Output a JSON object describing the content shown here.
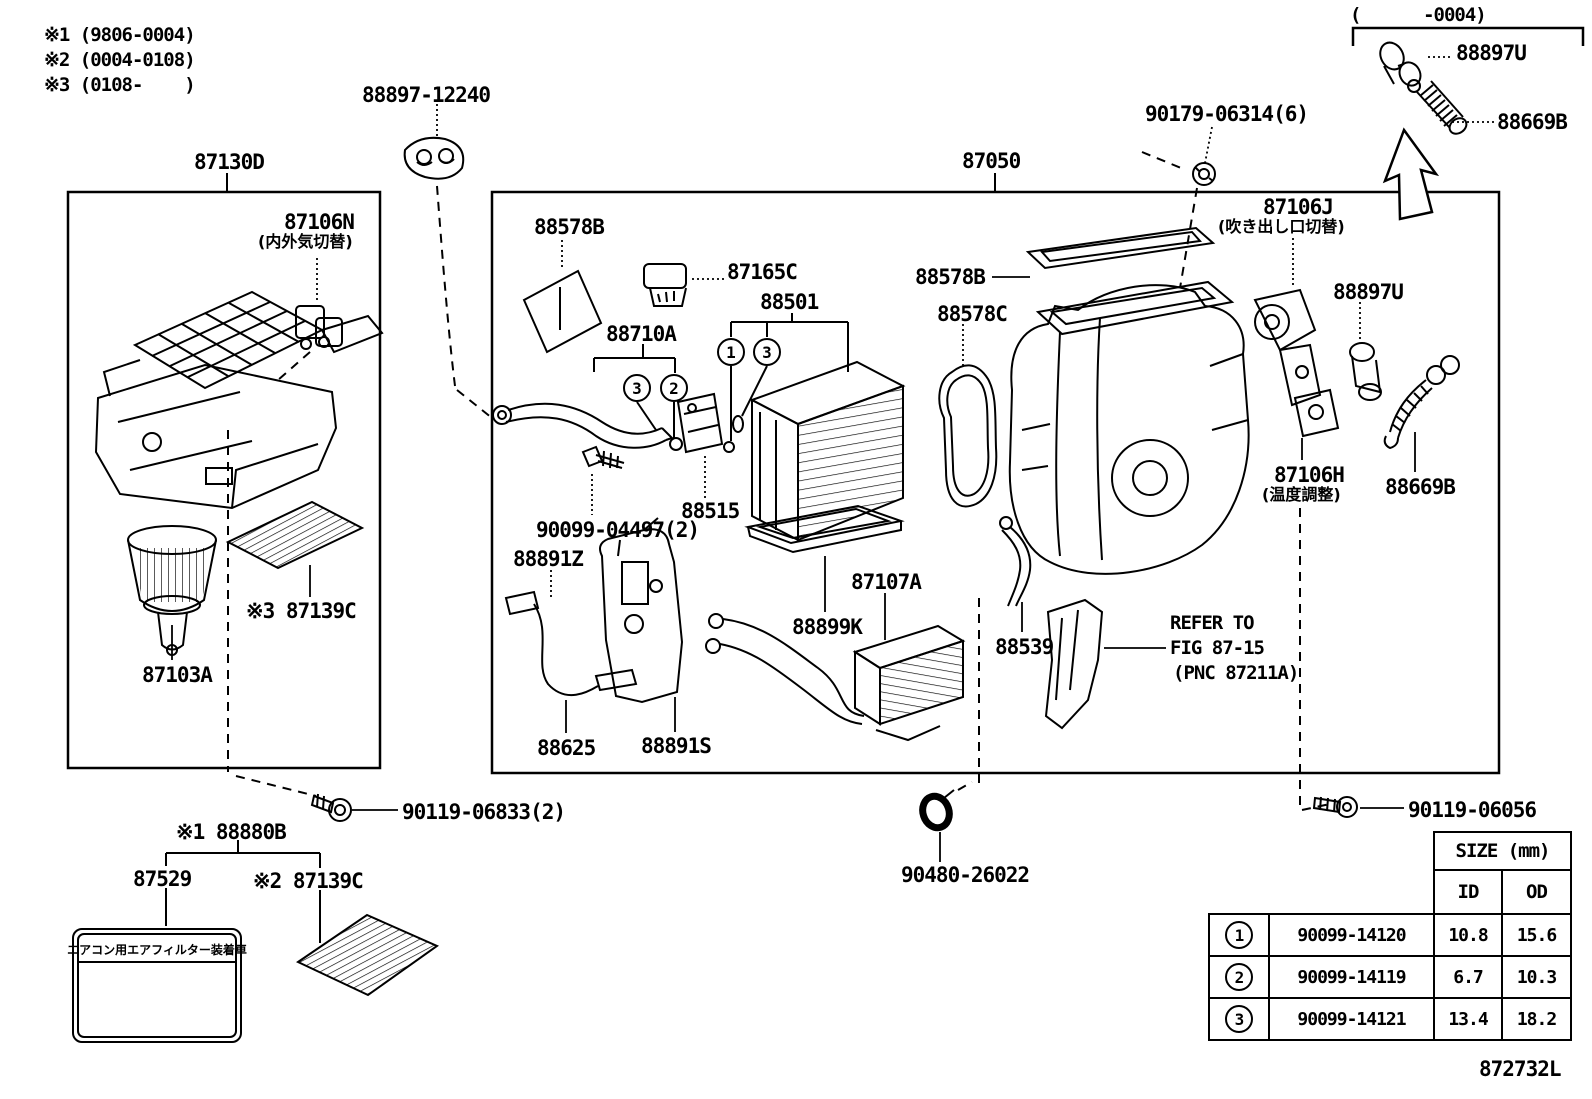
{
  "notes": {
    "n1": "※1 (9806-0004)",
    "n2": "※2 (0004-0108)",
    "n3": "※3 (0108-    )"
  },
  "bracket_note": "(      -0004)",
  "labels": {
    "l88897_12240": "88897-12240",
    "l87130D": "87130D",
    "l87106N": "87106N",
    "l87106N_jp": "(内外気切替)",
    "l87103A": "87103A",
    "l87139C_3": "※3 87139C",
    "l87050": "87050",
    "l90179": "90179-06314(6)",
    "l88578B_1": "88578B",
    "l87165C": "87165C",
    "l88501": "88501",
    "l88710A": "88710A",
    "l90099_04497": "90099-04497(2)",
    "l88515": "88515",
    "l88891Z": "88891Z",
    "l88625": "88625",
    "l88891S": "88891S",
    "l88899K": "88899K",
    "l87107A": "87107A",
    "l88578B_2": "88578B",
    "l88578C": "88578C",
    "l87106J": "87106J",
    "l87106J_jp": "(吹き出し口切替)",
    "l88897U_in": "88897U",
    "l88669B_in": "88669B",
    "l87106H": "87106H",
    "l87106H_jp": "(温度調整)",
    "l88539": "88539",
    "l88897U_top": "88897U",
    "l88669B_top": "88669B",
    "l90119_06833": "90119-06833(2)",
    "l88880B": "※1 88880B",
    "l87529": "87529",
    "l87139C_2": "※2 87139C",
    "l90480": "90480-26022",
    "l90119_06056": "90119-06056"
  },
  "refer_note": {
    "l1": "REFER TO",
    "l2": "FIG 87-15",
    "l3": "(PNC 87211A)"
  },
  "sticker": {
    "text": "エアコン用エアフィルター装着車"
  },
  "callouts": {
    "c1": "1",
    "c2": "2",
    "c3": "3"
  },
  "table": {
    "size_header": "SIZE (mm)",
    "id_label": "ID",
    "od_label": "OD",
    "rows": [
      {
        "num": "1",
        "part": "90099-14120",
        "id": "10.8",
        "od": "15.6"
      },
      {
        "num": "2",
        "part": "90099-14119",
        "id": "6.7",
        "od": "10.3"
      },
      {
        "num": "3",
        "part": "90099-14121",
        "id": "13.4",
        "od": "18.2"
      }
    ]
  },
  "diagram_code": "872732L",
  "colors": {
    "line": "#000000",
    "bg": "#ffffff"
  }
}
